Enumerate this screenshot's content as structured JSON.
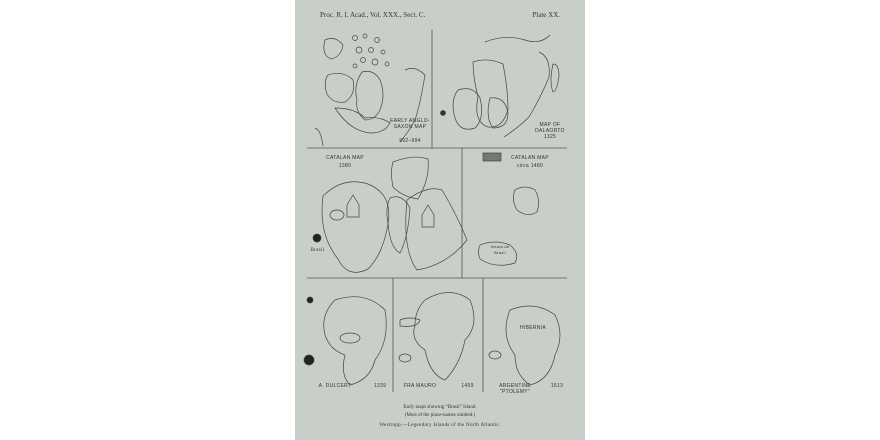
{
  "header": {
    "left": "Proc. R. I. Acad., Vol. XXX., Sect. C.",
    "right": "Plate XX."
  },
  "panels": [
    {
      "title": "EARLY ANGLO-SAXON MAP",
      "date": "992–994"
    },
    {
      "title": "MAP OF DALAORTO",
      "date": "1325"
    },
    {
      "title": "CATALAN MAP",
      "date": "1380"
    },
    {
      "title": "CATALAN MAP",
      "date": "circa 1480"
    },
    {
      "title": "A. DULCERT",
      "date": "1339"
    },
    {
      "title": "FRA MAURO",
      "date": "1459"
    },
    {
      "title": "ARGENTINE \"PTOLEMY\"",
      "date": "1513"
    }
  ],
  "map_labels": {
    "hibernia": "HIBERNIA",
    "brasil": "Brasil",
    "insula": "Insula de Brazil"
  },
  "caption": {
    "line1": "Early maps showing “Brasil” Island.",
    "line2": "(Most of the place-names omitted.)",
    "line3": "Westropp.—Legendary Islands of the North Atlantic."
  },
  "colors": {
    "paper": "#c8cfc8",
    "ink": "#333333"
  }
}
